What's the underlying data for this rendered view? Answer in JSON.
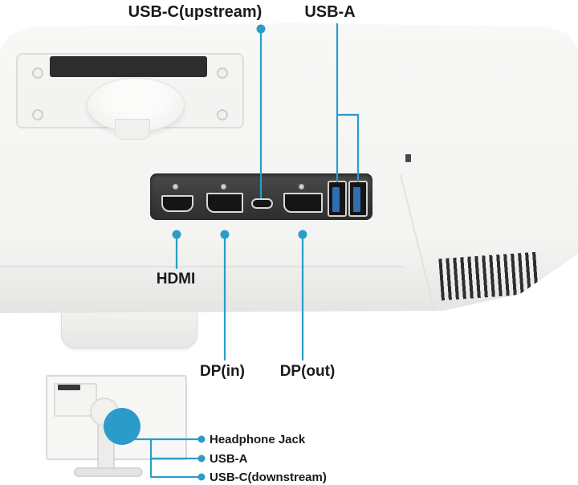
{
  "colors": {
    "accent": "#2B9CC9",
    "usb_blue": "#2F6EB3",
    "recess": "#3A3A3A",
    "text": "#1A1A1A"
  },
  "callouts": {
    "usb_c_upstream": "USB-C(upstream)",
    "usb_a_top": "USB-A",
    "hdmi": "HDMI",
    "dp_in": "DP(in)",
    "dp_out": "DP(out)",
    "headphone_jack": "Headphone Jack",
    "usb_a_side": "USB-A",
    "usb_c_downstream": "USB-C(downstream)"
  },
  "ports": {
    "rear": [
      "hdmi-port",
      "displayport-in-port",
      "usb-c-port",
      "displayport-out-port",
      "usb-a-port",
      "usb-a-port"
    ],
    "side": [
      "headphone-jack",
      "usb-a-port",
      "usb-c-port"
    ]
  }
}
